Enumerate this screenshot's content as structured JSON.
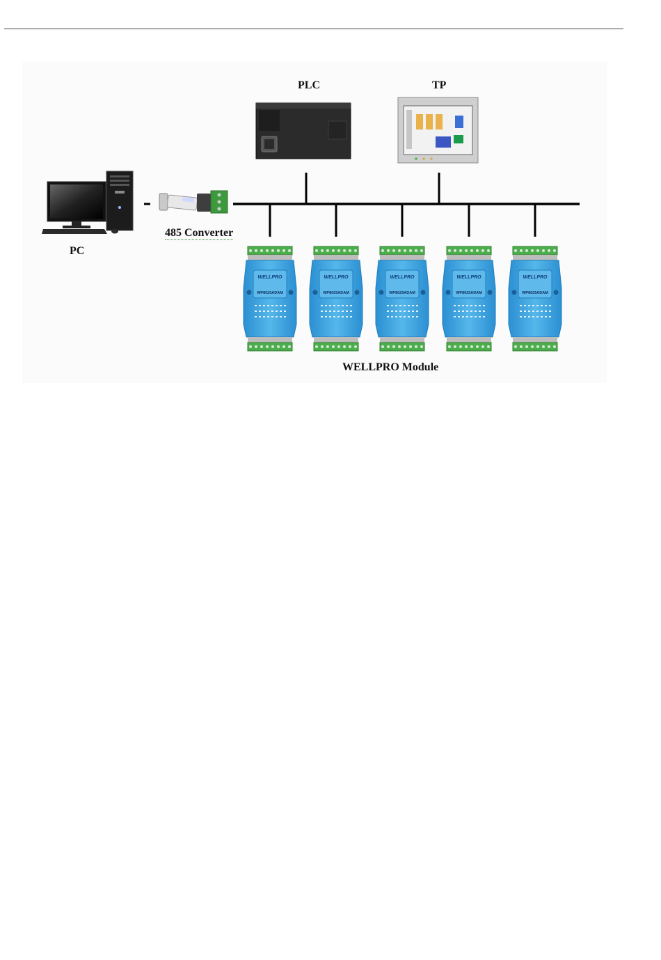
{
  "labels": {
    "pc": "PC",
    "plc": "PLC",
    "tp": "TP",
    "converter": "485 Converter",
    "modules": "WELLPRO Module"
  },
  "module": {
    "brand": "WELLPRO",
    "model": "WP8025ADAM",
    "count": 5
  },
  "colors": {
    "module_body": "#3fa4de",
    "module_dark": "#1f7fc0",
    "terminal_green": "#4cae4c",
    "bus_line": "#000000"
  }
}
